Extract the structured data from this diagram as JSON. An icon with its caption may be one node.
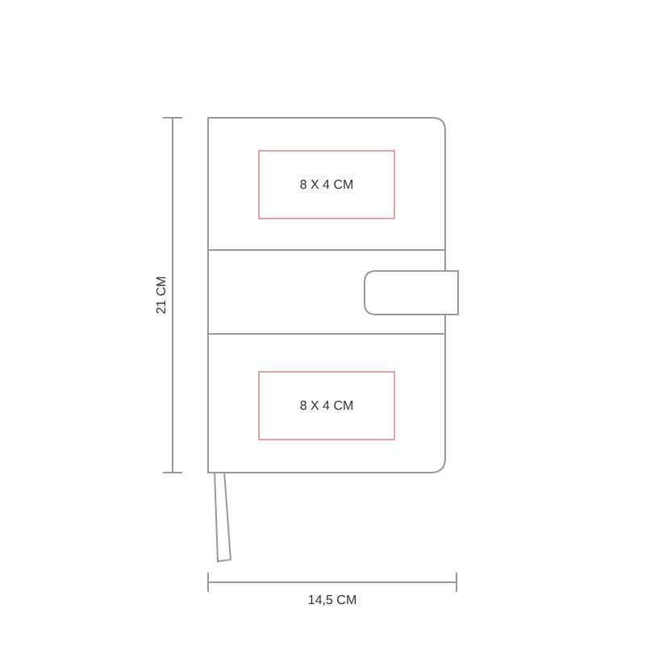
{
  "diagram": {
    "nodes": [
      {
        "text": [
          "8 X 4 CM"
        ]
      },
      {
        "text": [
          "8 X 4 CM"
        ]
      }
    ],
    "labels": [
      "21 CM",
      "14,5 CM"
    ]
  }
}
